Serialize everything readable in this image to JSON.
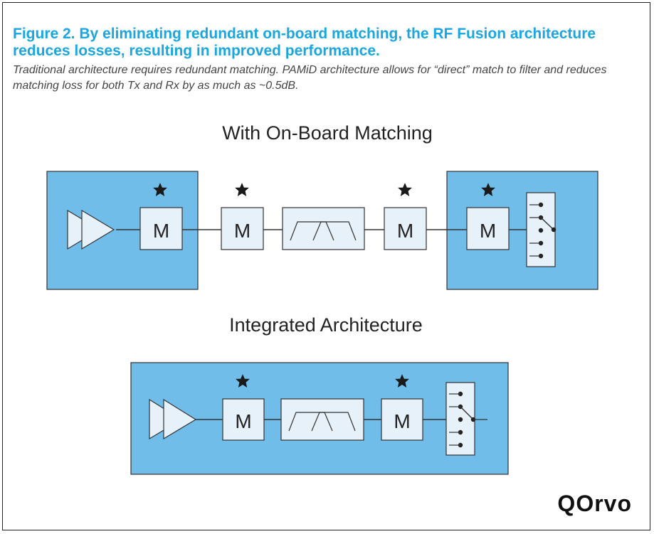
{
  "figure": {
    "title": "Figure 2. By eliminating redundant on-board matching, the RF Fusion architecture reduces losses, resulting in improved performance.",
    "subtitle": "Traditional architecture requires redundant matching. PAMiD architecture allows for “direct” match to filter and reduces matching loss for both Tx and Rx by as much as ~0.5dB."
  },
  "diagram_top": {
    "heading": "With On-Board Matching",
    "matching_label": "M"
  },
  "diagram_bottom": {
    "heading": "Integrated Architecture",
    "matching_label": "M"
  },
  "logo": {
    "text": "QOrvo"
  },
  "colors": {
    "module_blue": "#6fbde8",
    "component_fill": "#e6f1f9",
    "stroke": "#333333",
    "title_blue": "#1aa6e0"
  },
  "icons": [
    "amplifier-icon",
    "star-icon",
    "filter-icon",
    "switch-icon"
  ]
}
